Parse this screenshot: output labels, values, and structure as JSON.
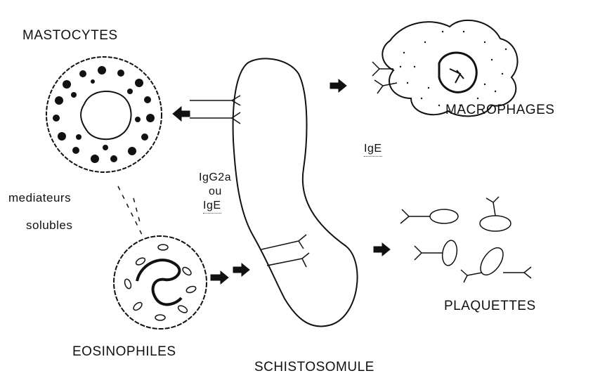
{
  "labels": {
    "mastocytes": "MASTOCYTES",
    "macrophages": "MACROPHAGES",
    "plaquettes": "PLAQUETTES",
    "eosinophiles": "EOSINOPHILES",
    "schistosomule": "SCHISTOSOMULE",
    "mediateurs": "mediateurs",
    "solubles": "solubles",
    "ige_right": "IgE",
    "igg2a": "IgG2a",
    "ou": "ou",
    "ige_left": "IgE"
  },
  "colors": {
    "ink": "#111111",
    "background": "#ffffff"
  }
}
